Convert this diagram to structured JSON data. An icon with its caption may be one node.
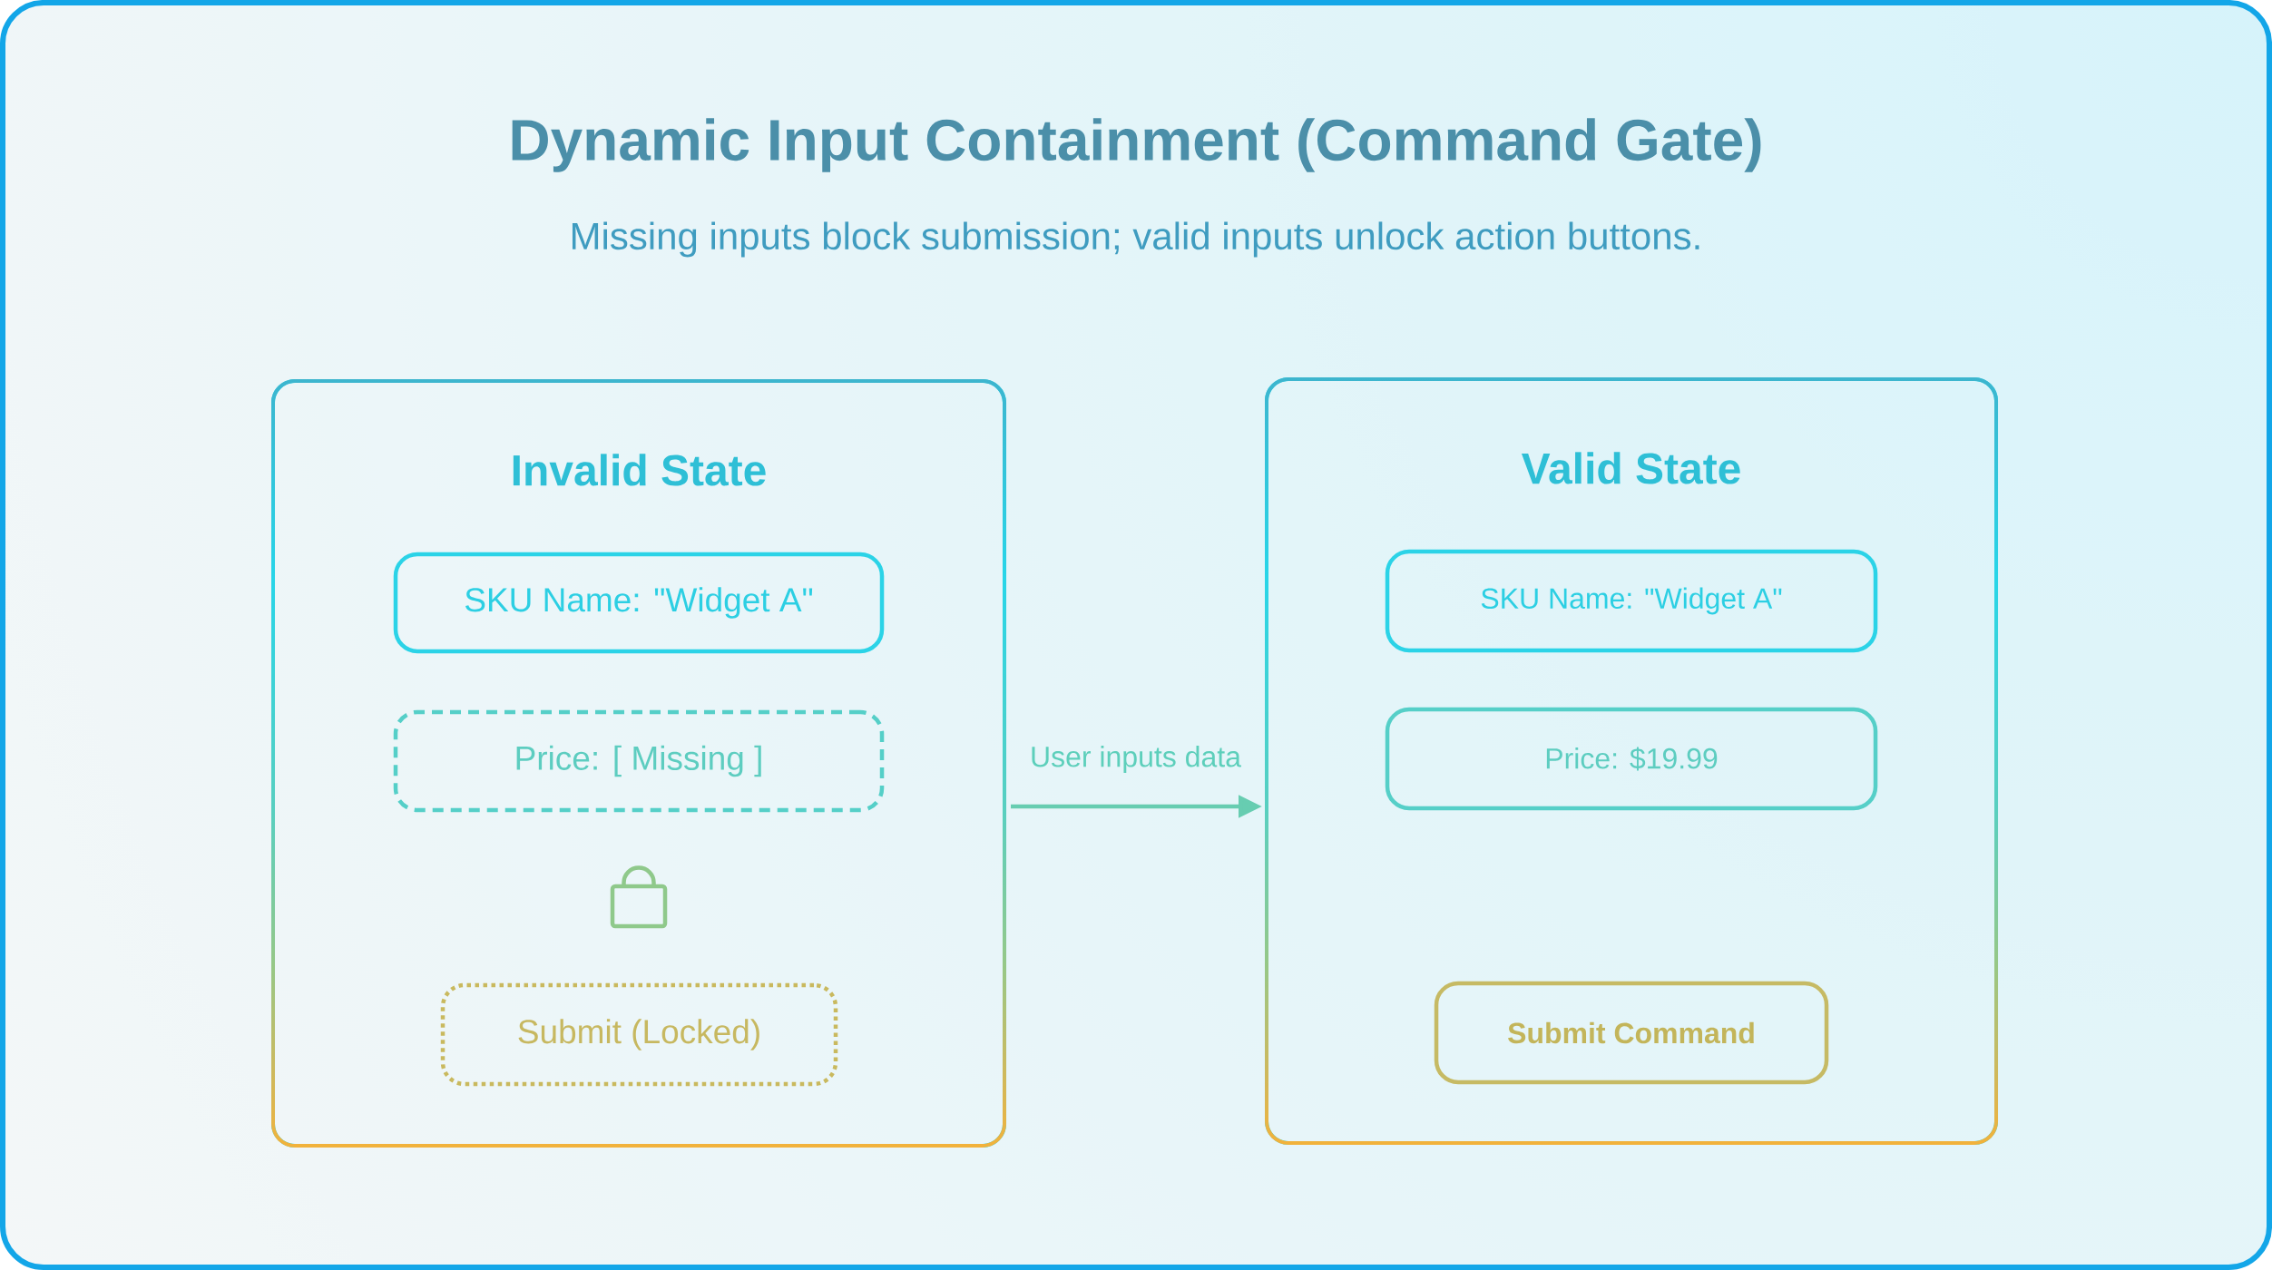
{
  "diagram": {
    "title": "Dynamic Input Containment (Command Gate)",
    "caption": "Missing inputs block submission; valid inputs unlock action buttons.",
    "nodes": [
      {
        "text": [
          "Invalid State"
        ]
      },
      {
        "text": [
          "SKU Name: \"Widget A\""
        ],
        "in": 0
      },
      {
        "text": [
          "Price: [ Missing ]"
        ],
        "in": 0
      },
      {
        "text": [
          "Submit (Locked)"
        ],
        "in": 0
      },
      {
        "text": [
          "Valid State"
        ]
      },
      {
        "text": [
          "SKU Name: \"Widget A\""
        ],
        "in": 4
      },
      {
        "text": [
          "Price: $19.99"
        ],
        "in": 4
      },
      {
        "text": [
          "Submit Command"
        ],
        "in": 4
      }
    ],
    "edges": [
      {
        "from": 0,
        "to": 4,
        "arrow": "to",
        "label": "User inputs data"
      }
    ]
  }
}
